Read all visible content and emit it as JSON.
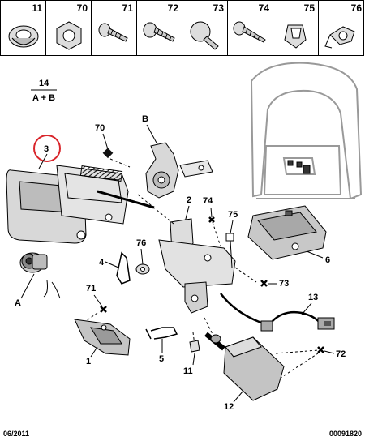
{
  "parts_strip": [
    {
      "number": "11"
    },
    {
      "number": "70"
    },
    {
      "number": "71"
    },
    {
      "number": "72"
    },
    {
      "number": "73"
    },
    {
      "number": "74"
    },
    {
      "number": "75"
    },
    {
      "number": "76"
    }
  ],
  "callouts": {
    "c14": "14",
    "cAB": "A + B",
    "c3": "3",
    "c70": "70",
    "cB": "B",
    "c2": "2",
    "c74": "74",
    "c75": "75",
    "c76": "76",
    "c4": "4",
    "cA": "A",
    "c71": "71",
    "c6": "6",
    "c73": "73",
    "c13": "13",
    "c1": "1",
    "c5": "5",
    "c72": "72",
    "c11": "11",
    "c12": "12"
  },
  "footer": {
    "date": "06/2011",
    "ref": "00091820"
  },
  "colors": {
    "highlight_circle": "#d9262c",
    "line": "#000000",
    "part_fill": "#d8d8d8"
  }
}
